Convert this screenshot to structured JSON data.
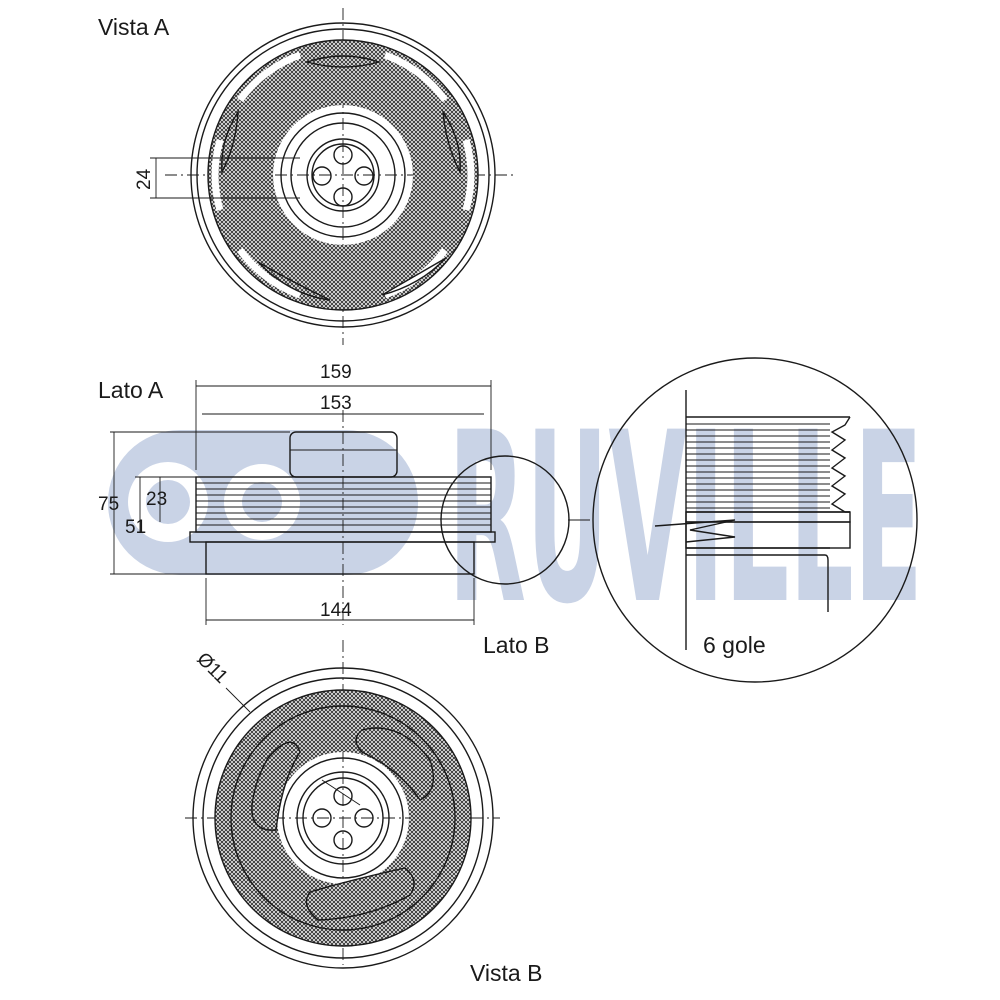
{
  "labels": {
    "vista_a": "Vista A",
    "lato_a": "Lato A",
    "lato_b": "Lato B",
    "vista_b": "Vista B",
    "grooves": "6 gole"
  },
  "dimensions": {
    "bolt_spacing": "24",
    "outer_diameter": "159",
    "belt_diameter": "153",
    "hub_diameter": "144",
    "total_height": "75",
    "groove_height": "23",
    "body_height": "51",
    "hole_diameter": "Ø11"
  },
  "brand": {
    "name": "RUVILLE",
    "color": "#c9d3e6"
  }
}
